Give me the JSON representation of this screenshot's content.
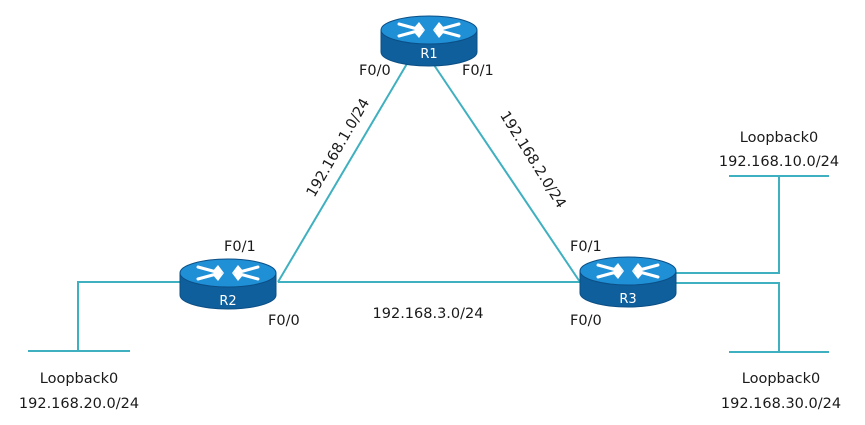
{
  "colors": {
    "link": "#3fb0c0",
    "router_top": "#1f8fd6",
    "router_side": "#0f5f9c",
    "router_edge": "#0b4f86",
    "arrow": "#ffffff"
  },
  "routers": {
    "r1": {
      "name": "R1",
      "icon": "router-icon"
    },
    "r2": {
      "name": "R2",
      "icon": "router-icon"
    },
    "r3": {
      "name": "R3",
      "icon": "router-icon"
    }
  },
  "networks": {
    "r1_r2": "192.168.1.0/24",
    "r1_r3": "192.168.2.0/24",
    "r2_r3": "192.168.3.0/24"
  },
  "interfaces": {
    "r1_f00": "F0/0",
    "r1_f01": "F0/1",
    "r2_f01": "F0/1",
    "r2_f00": "F0/0",
    "r3_f01": "F0/1",
    "r3_f00": "F0/0"
  },
  "loopbacks": {
    "r2": {
      "name": "Loopback0",
      "network": "192.168.20.0/24"
    },
    "r3_upper": {
      "name": "Loopback0",
      "network": "192.168.10.0/24"
    },
    "r3_lower": {
      "name": "Loopback0",
      "network": "192.168.30.0/24"
    }
  }
}
